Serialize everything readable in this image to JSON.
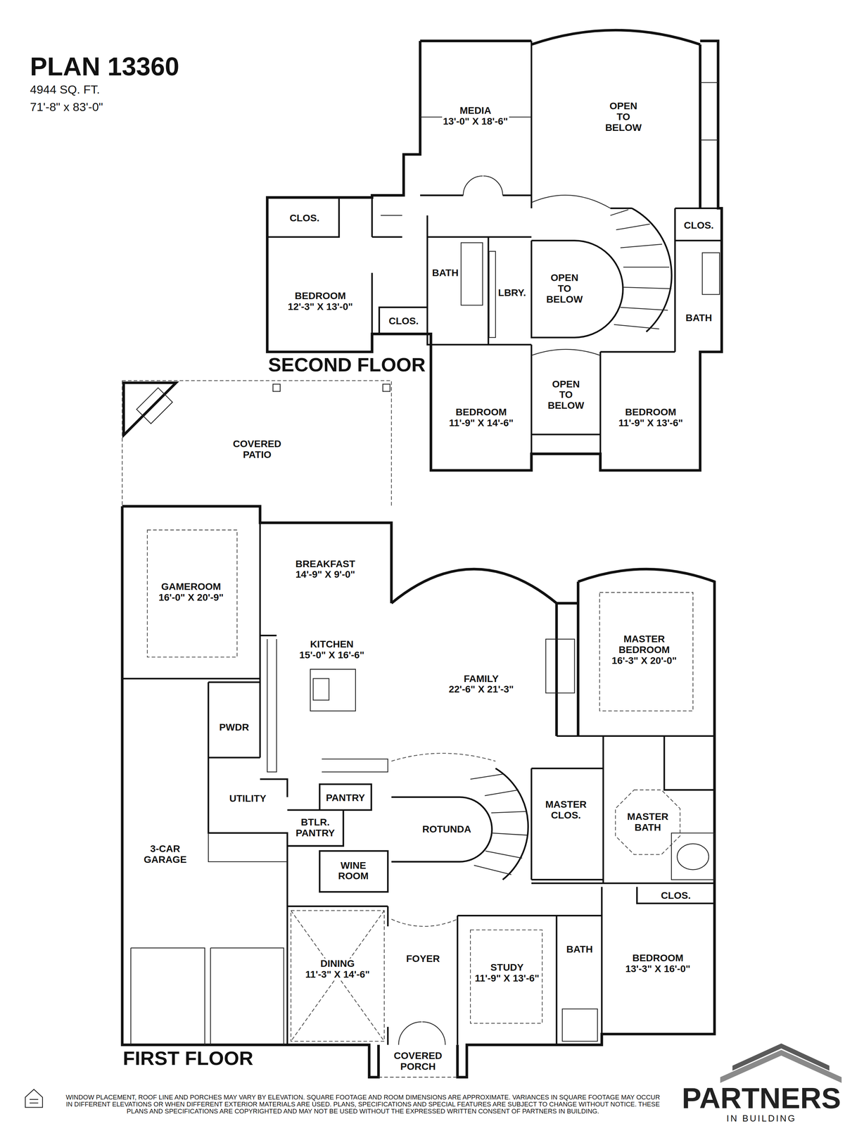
{
  "diagram": {
    "title": "PLAN 13360",
    "nodes": [
      {
        "text": [
          "MEDIA",
          "13'-0\" X 18'-6\""
        ]
      },
      {
        "text": [
          "OPEN TO BELOW"
        ]
      },
      {
        "text": [
          "CLOS."
        ]
      },
      {
        "text": [
          "BEDROOM",
          "12'-3\" X 13'-0\""
        ]
      },
      {
        "text": [
          "CLOS."
        ]
      },
      {
        "text": [
          "BATH"
        ]
      },
      {
        "text": [
          "LBRY."
        ]
      },
      {
        "text": [
          "OPEN TO BELOW"
        ]
      },
      {
        "text": [
          "BATH"
        ]
      },
      {
        "text": [
          "CLOS."
        ]
      },
      {
        "text": [
          "BEDROOM",
          "11'-9\" X 14'-6\""
        ]
      },
      {
        "text": [
          "OPEN TO BELOW"
        ]
      },
      {
        "text": [
          "BEDROOM",
          "11'-9\" X 13'-6\""
        ]
      },
      {
        "text": [
          "COVERED PATIO"
        ]
      },
      {
        "text": [
          "GAMEROOM",
          "16'-0\" X 20'-9\""
        ]
      },
      {
        "text": [
          "BREAKFAST",
          "14'-9\" X 9'-0\""
        ]
      },
      {
        "text": [
          "KITCHEN",
          "15'-0\" X 16'-6\""
        ]
      },
      {
        "text": [
          "FAMILY",
          "22'-6\" X 21'-3\""
        ]
      },
      {
        "text": [
          "MASTER BEDROOM",
          "16'-3\" X 20'-0\""
        ]
      },
      {
        "text": [
          "PWDR"
        ]
      },
      {
        "text": [
          "UTILITY"
        ]
      },
      {
        "text": [
          "PANTRY"
        ]
      },
      {
        "text": [
          "MASTER CLOS."
        ]
      },
      {
        "text": [
          "MASTER BATH"
        ]
      },
      {
        "text": [
          "BTLR. PANTRY"
        ]
      },
      {
        "text": [
          "ROTUNDA"
        ]
      },
      {
        "text": [
          "3-CAR GARAGE"
        ]
      },
      {
        "text": [
          "WINE ROOM"
        ]
      },
      {
        "text": [
          "CLOS."
        ]
      },
      {
        "text": [
          "DINING",
          "11'-3\" X 14'-6\""
        ]
      },
      {
        "text": [
          "FOYER"
        ]
      },
      {
        "text": [
          "STUDY",
          "11'-9\" X 13'-6\""
        ]
      },
      {
        "text": [
          "BATH"
        ]
      },
      {
        "text": [
          "BEDROOM",
          "13'-3\" X 16'-0\""
        ]
      },
      {
        "text": [
          "COVERED PORCH"
        ]
      }
    ],
    "labels": [
      "4944 SQ. FT.",
      "71'-8\" x 83'-0\"",
      "SECOND FLOOR",
      "FIRST FLOOR",
      "WINDOW PLACEMENT, ROOF LINE AND PORCHES MAY VARY BY ELEVATION. SQUARE FOOTAGE AND ROOM DIMENSIONS ARE APPROXIMATE. VARIANCES IN SQUARE FOOTAGE MAY OCCUR IN DIFFERENT ELEVATIONS OR WHEN DIFFERENT EXTERIOR MATERIALS ARE USED. PLANS, SPECIFICATIONS AND SPECIAL FEATURES ARE SUBJECT TO CHANGE WITHOUT NOTICE. THESE PLANS AND SPECIFICATIONS ARE COPYRIGHTED AND MAY NOT BE USED WITHOUT THE EXPRESSED WRITTEN CONSENT OF PARTNERS IN BUILDING.",
      "PARTNERS",
      "IN BUILDING"
    ]
  }
}
